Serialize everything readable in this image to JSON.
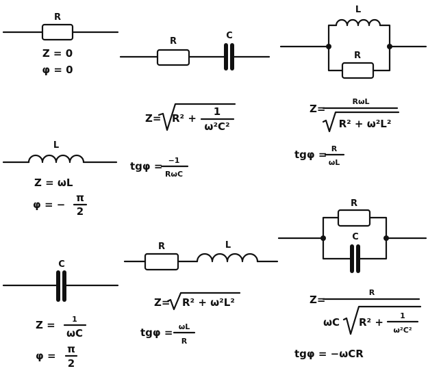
{
  "labels": {
    "R": "R",
    "L": "L",
    "C": "C"
  },
  "circuits": {
    "resistor": {
      "impedance": "Z = 0",
      "phase": "φ = 0"
    },
    "rc_series": {
      "z_prefix": "Z=",
      "root_r2": "R² +",
      "frac_num": "1",
      "frac_den": "ω²C²",
      "tg_prefix": "tgφ =",
      "tg_num": "−1",
      "tg_den": "RωC"
    },
    "rl_parallel": {
      "z_prefix": "Z=",
      "num": "RωL",
      "den": "R² + ω²L²",
      "tg_prefix": "tgφ =",
      "tg_num": "R",
      "tg_den": "ωL"
    },
    "inductor": {
      "impedance": "Z = ωL",
      "phase_prefix": "φ = −",
      "frac_num": "π",
      "frac_den": "2"
    },
    "capacitor": {
      "imp_prefix": "Z =",
      "imp_num": "1",
      "imp_den": "ωC",
      "phase_prefix": "φ =",
      "phase_num": "π",
      "phase_den": "2"
    },
    "rl_series": {
      "z_prefix": "Z=",
      "root": "R² + ω²L²",
      "tg_prefix": "tgφ =",
      "tg_num": "ωL",
      "tg_den": "R"
    },
    "rc_parallel": {
      "z_prefix": "Z=",
      "num": "R",
      "den_prefix": "ωC",
      "root_r2": "R² +",
      "frac_num": "1",
      "frac_den": "ω²C²",
      "tg": "tgφ = −ωCR"
    }
  }
}
